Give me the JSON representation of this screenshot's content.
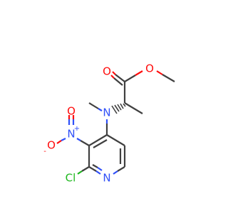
{
  "molecule": {
    "atoms": {
      "ester_o_carbonyl": "O",
      "ester_o_single": "O",
      "amine_n": "N",
      "nitro_n": "N",
      "nitro_n_charge": "+",
      "nitro_o_top": "O",
      "nitro_o_left": "O",
      "nitro_o_charge": "-",
      "ring_n": "N",
      "chlorine": "Cl"
    },
    "colors": {
      "carbon_bond": "#404040",
      "oxygen": "#ff0d0d",
      "nitrogen": "#3050f8",
      "chlorine": "#1fb81f"
    }
  }
}
